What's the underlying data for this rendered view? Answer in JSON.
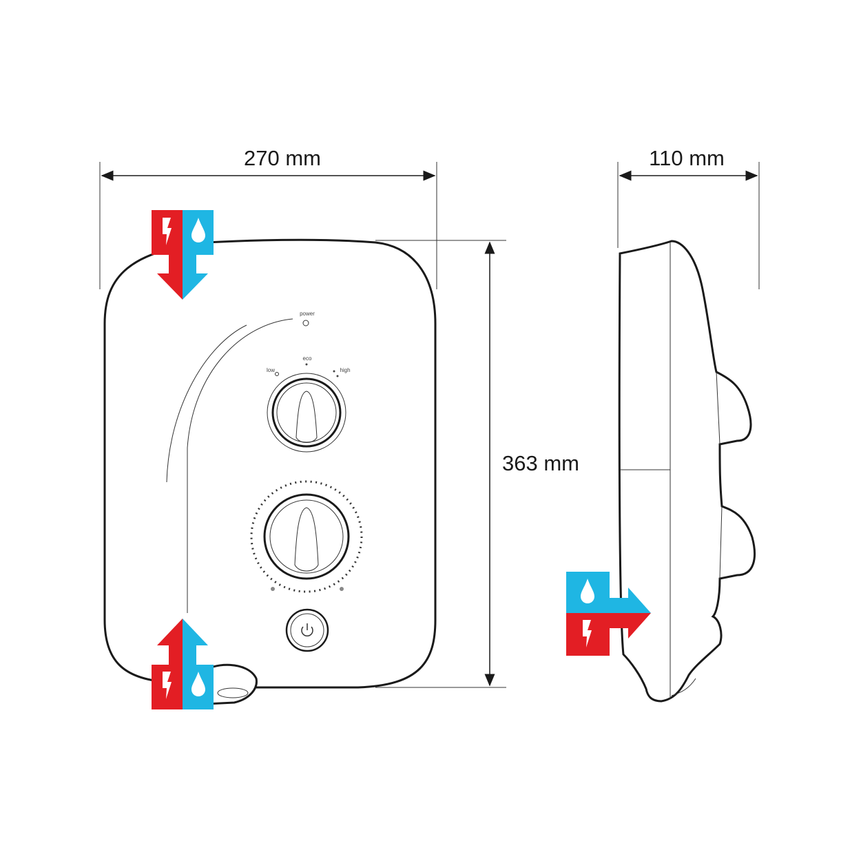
{
  "dimensions": {
    "width": "270 mm",
    "height": "363 mm",
    "depth": "110 mm"
  },
  "control_labels": {
    "power": "power",
    "eco": "eco",
    "low": "low",
    "high": "high"
  },
  "icons": [
    "electricity-icon",
    "water-drop-icon",
    "power-button-icon"
  ],
  "colors": {
    "electric": "#e31e24",
    "water": "#1fb6e3",
    "line": "#1a1a1a"
  }
}
